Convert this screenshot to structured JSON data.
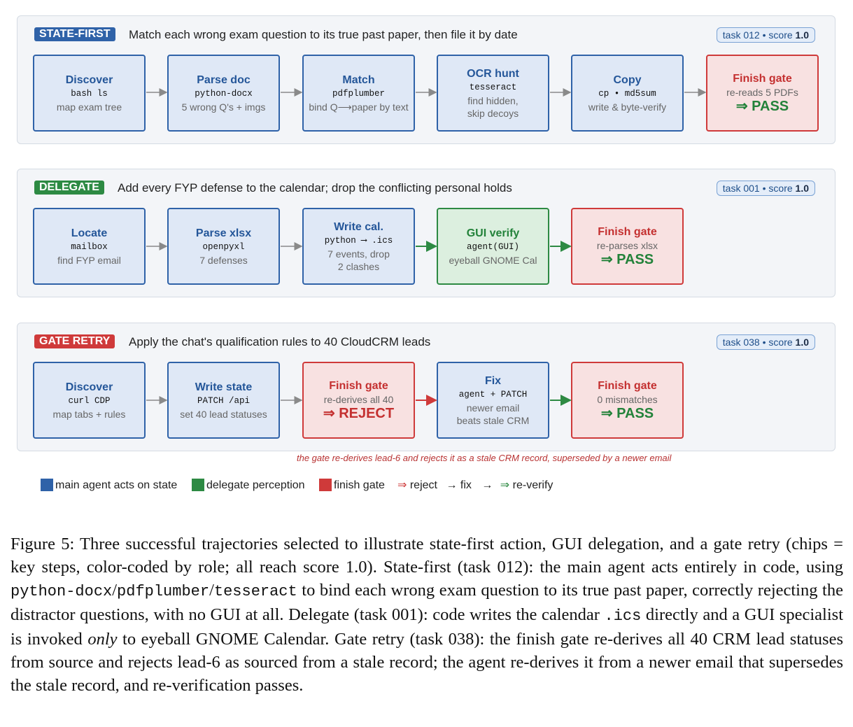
{
  "colors": {
    "blue": "#2f62a8",
    "green": "#2d8a43",
    "red": "#cf3a3a",
    "gray_arrow": "#8a8a8a"
  },
  "panels": [
    {
      "tag": "STATE-FIRST",
      "title": "Match each wrong exam question to its true past paper, then file it by date",
      "task_label": "task 012",
      "score_label": "score",
      "score": "1.0",
      "nodes": [
        {
          "title": "Discover",
          "code": "bash ls",
          "desc1": "map exam tree"
        },
        {
          "title": "Parse doc",
          "code": "python-docx",
          "desc1": "5 wrong Q's + imgs"
        },
        {
          "title": "Match",
          "code": "pdfplumber",
          "desc1": "bind Q⟶paper by text"
        },
        {
          "title": "OCR hunt",
          "code": "tesseract",
          "desc1": "find hidden,",
          "desc2": "skip decoys"
        },
        {
          "title": "Copy",
          "code": "cp • md5sum",
          "desc1": "write & byte-verify"
        },
        {
          "title": "Finish gate",
          "desc1": "re-reads 5 PDFs",
          "result": "⇒ PASS"
        }
      ]
    },
    {
      "tag": "DELEGATE",
      "title": "Add every FYP defense to the calendar; drop the conflicting personal holds",
      "task_label": "task 001",
      "score_label": "score",
      "score": "1.0",
      "nodes": [
        {
          "title": "Locate",
          "code": "mailbox",
          "desc1": "find FYP email"
        },
        {
          "title": "Parse xlsx",
          "code": "openpyxl",
          "desc1": "7 defenses"
        },
        {
          "title": "Write cal.",
          "code": "python ⟶ .ics",
          "desc1": "7 events, drop",
          "desc2": "2 clashes"
        },
        {
          "title": "GUI verify",
          "code": "agent(GUI)",
          "desc1": "eyeball GNOME Cal"
        },
        {
          "title": "Finish gate",
          "desc1": "re-parses xlsx",
          "result": "⇒ PASS"
        }
      ]
    },
    {
      "tag": "GATE RETRY",
      "title": "Apply the chat's qualification rules to 40 CloudCRM leads",
      "task_label": "task 038",
      "score_label": "score",
      "score": "1.0",
      "nodes": [
        {
          "title": "Discover",
          "code": "curl CDP",
          "desc1": "map tabs + rules"
        },
        {
          "title": "Write state",
          "code": "PATCH /api",
          "desc1": "set 40 lead statuses"
        },
        {
          "title": "Finish gate",
          "desc1": "re-derives all 40",
          "result": "⇒ REJECT"
        },
        {
          "title": "Fix",
          "code": "agent + PATCH",
          "desc1": "newer email",
          "desc2": "beats stale CRM"
        },
        {
          "title": "Finish gate",
          "desc1": "0 mismatches",
          "result": "⇒ PASS"
        }
      ]
    }
  ],
  "note": "the gate re-derives lead-6 and rejects it as a stale CRM record, superseded by a newer email",
  "legend": {
    "main": "main agent acts on state",
    "delegate": "delegate perception",
    "gate": "finish gate",
    "reject": "⇒ reject",
    "fix": "→ fix",
    "reverify_arrow": "→",
    "reverify": "⇒ re-verify"
  },
  "caption": {
    "p1": "Figure 5: Three successful trajectories selected to illustrate state-first action, GUI delegation, and a gate retry (chips = key steps, color-coded by role; all reach score 1.0). State-first (task 012): the main agent acts entirely in code, using ",
    "code1": "python-docx",
    "s1": "/",
    "code2": "pdfplumber",
    "s2": "/",
    "code3": "tesseract",
    "p2": " to bind each wrong exam question to its true past paper, correctly rejecting the distractor questions, with no GUI at all. Delegate (task 001): code writes the calendar ",
    "code4": ".ics",
    "p3": " directly and a GUI specialist is invoked ",
    "em": "only",
    "p4": " to eyeball GNOME Calendar. Gate retry (task 038): the finish gate re-derives all 40 CRM lead statuses from source and rejects lead-6 as sourced from a stale record; the agent re-derives it from a newer email that supersedes the stale record, and re-verification passes."
  }
}
